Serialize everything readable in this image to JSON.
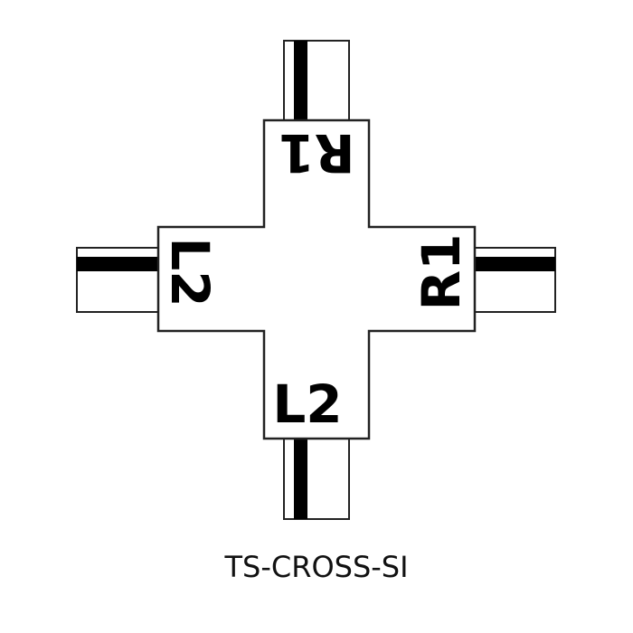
{
  "diagram": {
    "type": "cross-connector",
    "caption": "TS-CROSS-SI",
    "arms": {
      "top": {
        "label": "R1",
        "rotation_deg": 180
      },
      "left": {
        "label": "L2",
        "rotation_deg": 90
      },
      "right": {
        "label": "R1",
        "rotation_deg": -90
      },
      "bottom": {
        "label": "L2",
        "rotation_deg": 0
      }
    },
    "colors": {
      "stroke": "#222222",
      "stripe": "#000000",
      "fill": "#ffffff"
    }
  }
}
